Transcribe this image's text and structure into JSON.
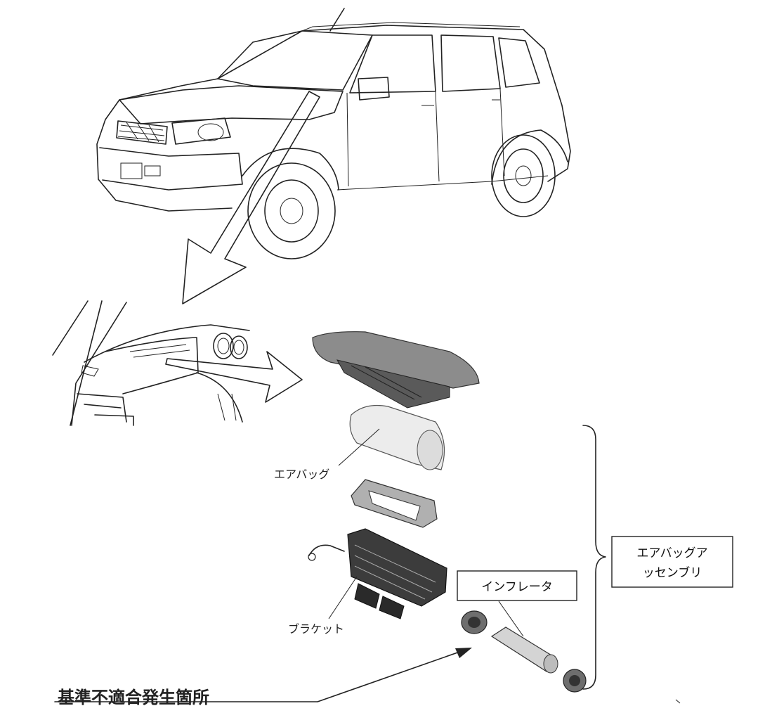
{
  "labels": {
    "airbag": "エアバッグ",
    "bracket": "ブラケット",
    "inflator": "インフレータ",
    "assembly_line1": "エアバッグア",
    "assembly_line2": "ッセンブリ",
    "defect_location": "基準不適合発生箇所"
  }
}
